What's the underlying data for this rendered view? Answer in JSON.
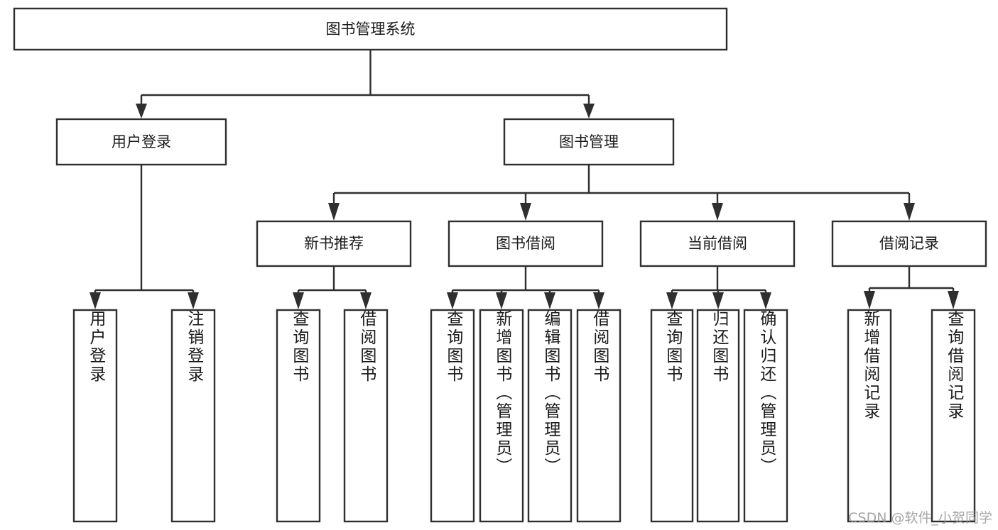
{
  "diagram": {
    "title": "图书管理系统",
    "type": "tree",
    "orientation": "top-down",
    "colors": {
      "stroke": "#2f2f2f",
      "box_fill": "#ffffff",
      "text": "#1a1a1a",
      "background": "#ffffff",
      "watermark": "#9a9a9a"
    },
    "root": {
      "label": "图书管理系统",
      "name": "node-root-system"
    },
    "level2": [
      {
        "label": "用户登录",
        "name": "node-user-login"
      },
      {
        "label": "图书管理",
        "name": "node-book-management"
      }
    ],
    "level3": [
      {
        "label": "新书推荐",
        "name": "node-new-book-recommend"
      },
      {
        "label": "图书借阅",
        "name": "node-book-borrow"
      },
      {
        "label": "当前借阅",
        "name": "node-current-borrow"
      },
      {
        "label": "借阅记录",
        "name": "node-borrow-record"
      }
    ],
    "leaves": {
      "user_login": [
        {
          "label": "用户登录",
          "name": "leaf-user-login"
        },
        {
          "label": "注销登录",
          "name": "leaf-logout"
        }
      ],
      "new_book_recommend": [
        {
          "label": "查询图书",
          "name": "leaf-query-book-1"
        },
        {
          "label": "借阅图书",
          "name": "leaf-borrow-book-1"
        }
      ],
      "book_borrow": [
        {
          "label": "查询图书",
          "name": "leaf-query-book-2"
        },
        {
          "label": "新增图书（管理员）",
          "name": "leaf-add-book-admin"
        },
        {
          "label": "编辑图书（管理员）",
          "name": "leaf-edit-book-admin"
        },
        {
          "label": "借阅图书",
          "name": "leaf-borrow-book-2"
        }
      ],
      "current_borrow": [
        {
          "label": "查询图书",
          "name": "leaf-query-book-3"
        },
        {
          "label": "归还图书",
          "name": "leaf-return-book"
        },
        {
          "label": "确认归还（管理员）",
          "name": "leaf-confirm-return-admin"
        }
      ],
      "borrow_record": [
        {
          "label": "新增借阅记录",
          "name": "leaf-add-borrow-record"
        },
        {
          "label": "查询借阅记录",
          "name": "leaf-query-borrow-record"
        }
      ]
    },
    "watermark": "CSDN @软件_小贺同学"
  }
}
